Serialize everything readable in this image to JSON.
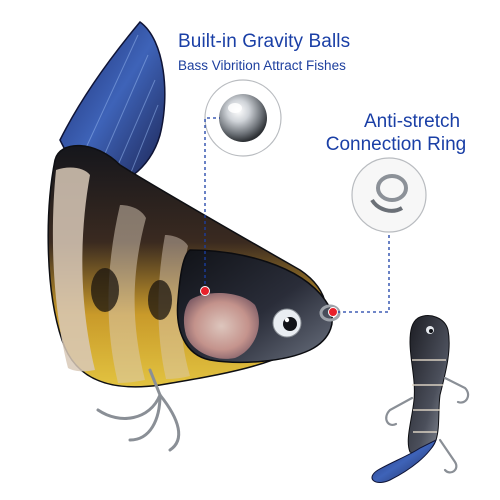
{
  "callouts": {
    "gravity": {
      "title": "Built-in Gravity Balls",
      "subtitle": "Bass Vibrition Attract Fishes"
    },
    "ring": {
      "line1": "Anti-stretch",
      "line2": "Connection Ring"
    }
  },
  "colors": {
    "text": "#1a3fa6",
    "dashed_line": "#1a3fa6",
    "marker": "#e8202a",
    "background": "#ffffff"
  }
}
